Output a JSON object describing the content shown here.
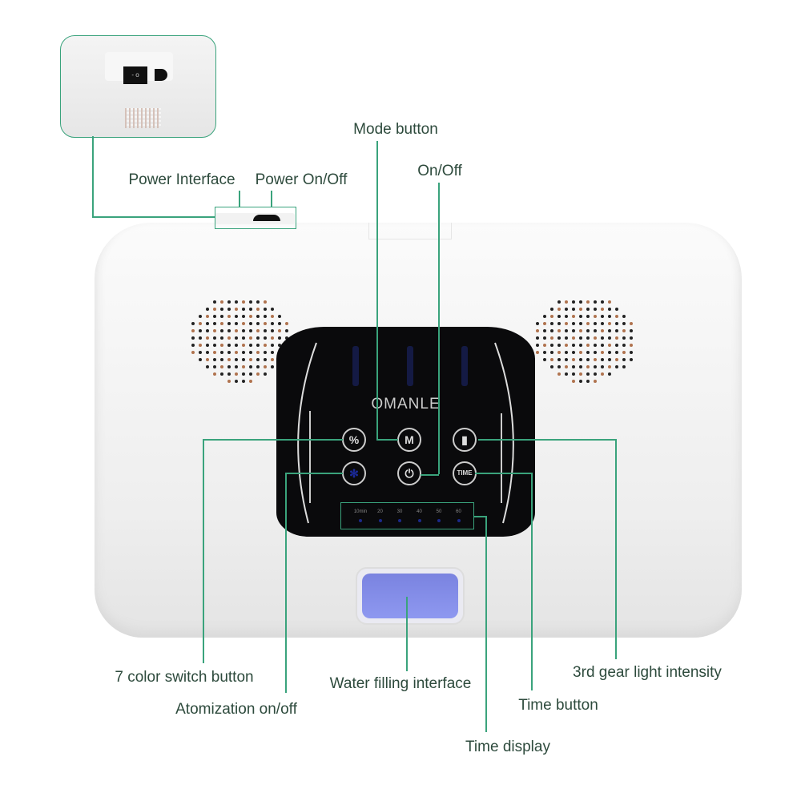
{
  "brand": "OMANLE",
  "labels": {
    "power_interface": "Power Interface",
    "power_onoff": "Power On/Off",
    "mode_button": "Mode button",
    "on_off": "On/Off",
    "color_switch": "7 color switch button",
    "atomization": "Atomization on/off",
    "water_filling": "Water filling interface",
    "time_display": "Time display",
    "time_button": "Time button",
    "gear_light": "3rd gear light intensity"
  },
  "buttons": {
    "mode": "M",
    "time": "TIME"
  },
  "timer_marks": [
    "10min",
    "20",
    "30",
    "40",
    "50",
    "60"
  ],
  "colors": {
    "line": "#3aa37c",
    "text": "#2d4a3c"
  }
}
